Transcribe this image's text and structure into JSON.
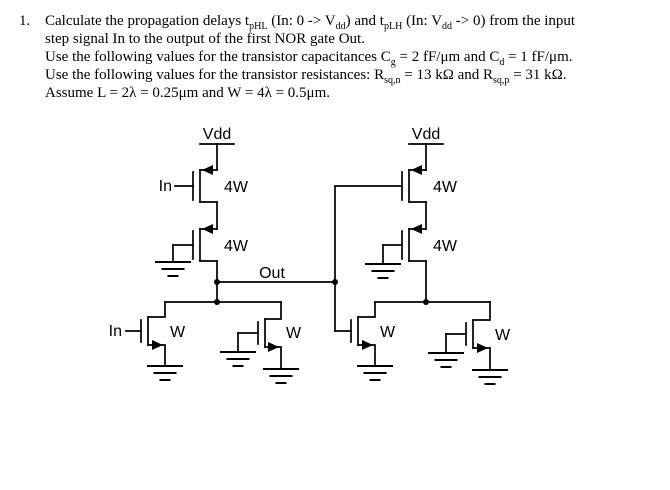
{
  "problem": {
    "number": "1.",
    "lines": [
      [
        {
          "t": "Calculate the propagation delays t"
        },
        {
          "t": "pHL",
          "sub": true
        },
        {
          "t": " (In: 0 -> V"
        },
        {
          "t": "dd",
          "sub": true
        },
        {
          "t": ") and t"
        },
        {
          "t": "pLH",
          "sub": true
        },
        {
          "t": " (In: V"
        },
        {
          "t": "dd",
          "sub": true
        },
        {
          "t": " -> 0) from the input"
        }
      ],
      [
        {
          "t": "step signal In to the output of the first NOR gate Out."
        }
      ],
      [
        {
          "t": "Use the following values for the transistor capacitances C"
        },
        {
          "t": "g",
          "sub": true
        },
        {
          "t": " = 2 fF/μm and C"
        },
        {
          "t": "d",
          "sub": true
        },
        {
          "t": " = 1 fF/μm."
        }
      ],
      [
        {
          "t": "Use the following values for the transistor resistances: R"
        },
        {
          "t": "sq,n",
          "sub": true
        },
        {
          "t": " = 13 kΩ and R"
        },
        {
          "t": "sq,p",
          "sub": true
        },
        {
          "t": " = 31 kΩ."
        }
      ],
      [
        {
          "t": "Assume L = 2λ = 0.25μm and W = 4λ = 0.5μm."
        }
      ]
    ]
  },
  "circuit": {
    "ink": "#000000",
    "stage1": {
      "vdd_label": "Vdd",
      "pmos_in_label": "In",
      "p1_size": "4W",
      "p2_size": "4W",
      "out_label": "Out",
      "nmos_in_label": "In",
      "n1_size": "W",
      "n2_size": "W"
    },
    "stage2": {
      "vdd_label": "Vdd",
      "p3_size": "4W",
      "p4_size": "4W",
      "n3_size": "W",
      "n4_size": "W"
    }
  }
}
